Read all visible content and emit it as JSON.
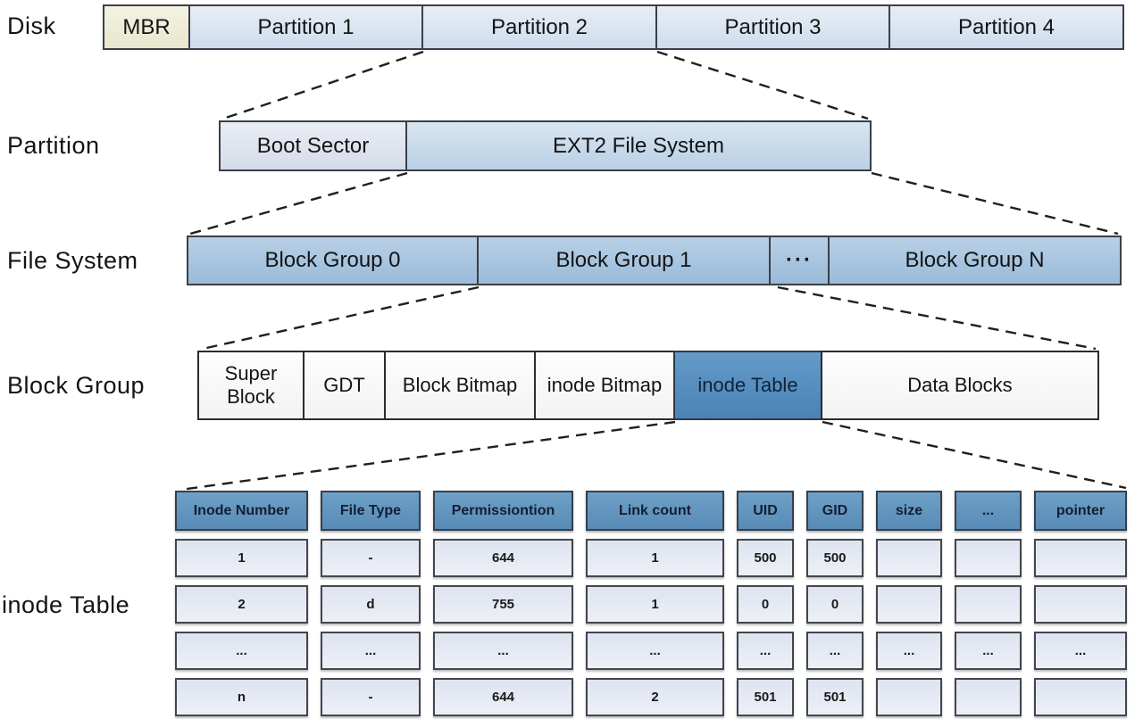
{
  "row_labels": {
    "disk": "Disk",
    "partition": "Partition",
    "file_system": "File System",
    "block_group": "Block Group",
    "inode_table": "inode Table"
  },
  "disk_row": {
    "cells": [
      "MBR",
      "Partition 1",
      "Partition 2",
      "Partition 3",
      "Partition 4"
    ]
  },
  "partition_row": {
    "cells": [
      "Boot Sector",
      "EXT2 File System"
    ]
  },
  "file_system_row": {
    "cells": [
      "Block Group 0",
      "Block Group 1",
      "···",
      "Block Group N"
    ]
  },
  "block_group_row": {
    "cells": [
      "Super Block",
      "GDT",
      "Block Bitmap",
      "inode Bitmap",
      "inode Table",
      "Data Blocks"
    ]
  },
  "inode_table": {
    "headers": [
      "Inode Number",
      "File Type",
      "Permissiontion",
      "Link count",
      "UID",
      "GID",
      "size",
      "...",
      "pointer"
    ],
    "rows": [
      [
        "1",
        "-",
        "644",
        "1",
        "500",
        "500",
        "",
        "",
        ""
      ],
      [
        "2",
        "d",
        "755",
        "1",
        "0",
        "0",
        "",
        "",
        ""
      ],
      [
        "...",
        "...",
        "...",
        "...",
        "...",
        "...",
        "...",
        "...",
        "..."
      ],
      [
        "n",
        "-",
        "644",
        "2",
        "501",
        "501",
        "",
        "",
        ""
      ]
    ]
  },
  "colors": {
    "partition_fill": "#d6e2ef",
    "mbr_fill": "#efeedb",
    "ext2_fill": "#c6d9ea",
    "block_group_fill": "#a9c6e0",
    "highlight_fill": "#5389ba",
    "table_header_fill": "#6096c0",
    "table_cell_fill": "#e2e7f2",
    "line_color": "#1f1f1f"
  }
}
